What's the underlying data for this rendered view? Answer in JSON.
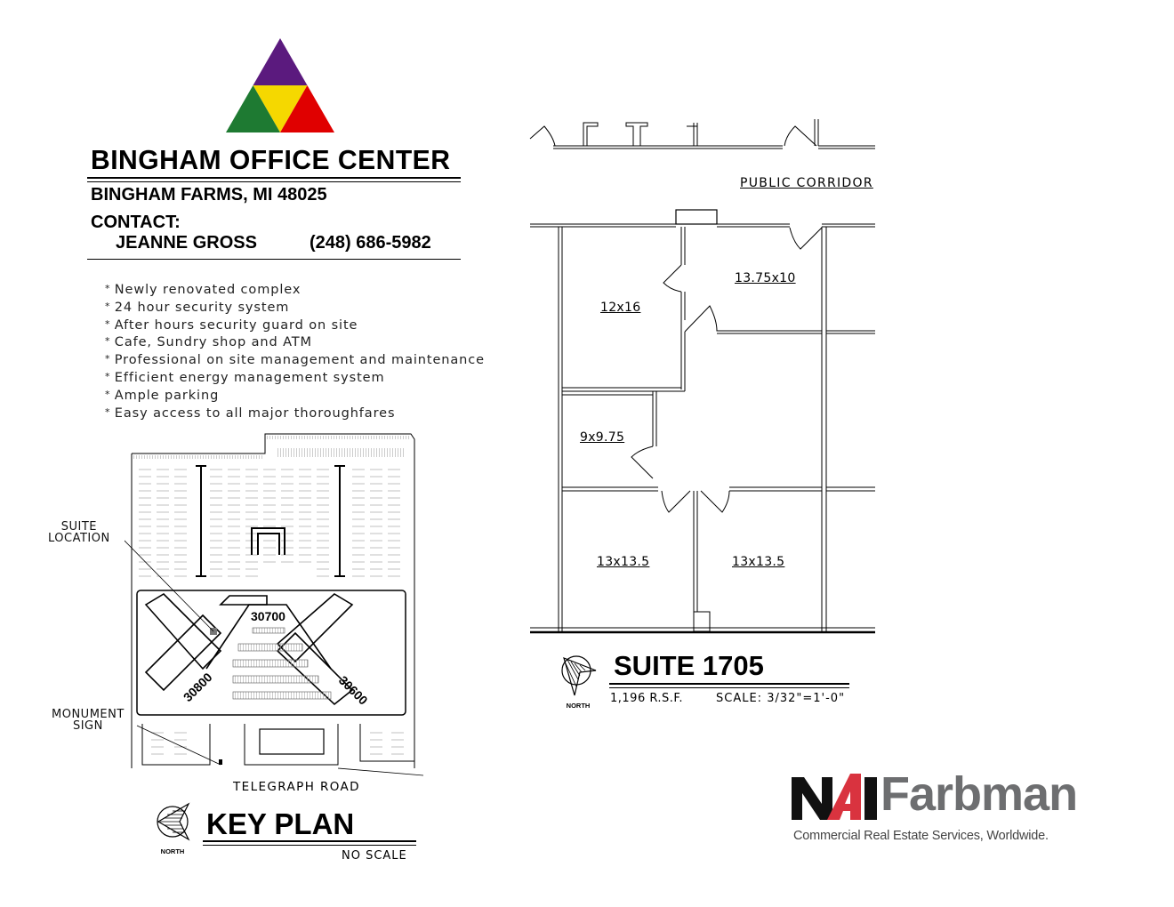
{
  "property": {
    "name": "BINGHAM OFFICE CENTER",
    "address": "BINGHAM FARMS, MI 48025",
    "contact_label": "CONTACT:",
    "contact_name": "JEANNE GROSS",
    "contact_phone": "(248) 686-5982"
  },
  "logo": {
    "icon": "four-color-triangle-icon",
    "colors": {
      "top": "#5b1a7e",
      "center": "#f5d800",
      "left": "#1e7a32",
      "right": "#e00000"
    }
  },
  "features": [
    "Newly renovated complex",
    "24 hour security system",
    "After hours security guard on site",
    "Cafe, Sundry shop and ATM",
    "Professional on site management and maintenance",
    "Efficient energy management system",
    "Ample parking",
    "Easy access to all major thoroughfares"
  ],
  "key_plan": {
    "title": "KEY PLAN",
    "scale_note": "NO SCALE",
    "north_label": "NORTH",
    "suite_location_label_line1": "SUITE",
    "suite_location_label_line2": "LOCATION",
    "monument_sign_line1": "MONUMENT",
    "monument_sign_line2": "SIGN",
    "road": "TELEGRAPH ROAD",
    "buildings": [
      "30700",
      "30800",
      "30600"
    ]
  },
  "floor_plan": {
    "corridor_label": "PUBLIC CORRIDOR",
    "rooms": [
      "12x16",
      "13.75x10",
      "9x9.75",
      "13x13.5",
      "13x13.5"
    ],
    "suite_title": "SUITE 1705",
    "area": "1,196 R.S.F.",
    "scale": "SCALE: 3/32\"=1'-0\"",
    "north_label": "NORTH"
  },
  "broker": {
    "name_part1": "NAI",
    "name_part2": "Farbman",
    "tagline": "Commercial Real Estate Services, Worldwide.",
    "colors": {
      "black": "#111111",
      "red": "#d9333f",
      "gray": "#6d6e70"
    }
  }
}
